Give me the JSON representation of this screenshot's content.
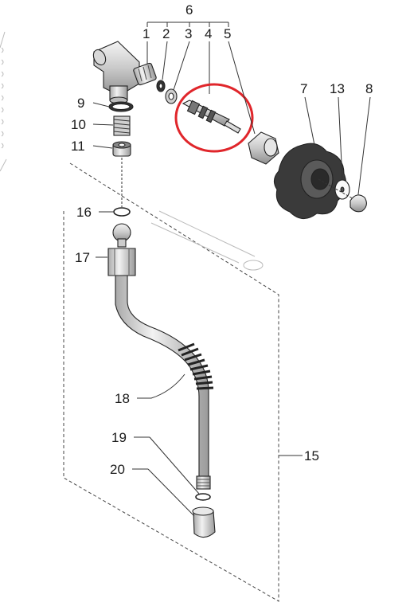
{
  "labels": {
    "l1": "1",
    "l2": "2",
    "l3": "3",
    "l4": "4",
    "l5": "5",
    "l6": "6",
    "l7": "7",
    "l8": "8",
    "l9": "9",
    "l10": "10",
    "l11": "11",
    "l13": "13",
    "l15": "15",
    "l16": "16",
    "l17": "17",
    "l18": "18",
    "l19": "19",
    "l20": "20"
  },
  "colors": {
    "highlight": "#e0262b",
    "line": "#222222",
    "metal_light": "#e4e4e4",
    "metal_mid": "#bdbdbd",
    "knob": "#3a3a3a"
  },
  "highlighted_part": "4"
}
